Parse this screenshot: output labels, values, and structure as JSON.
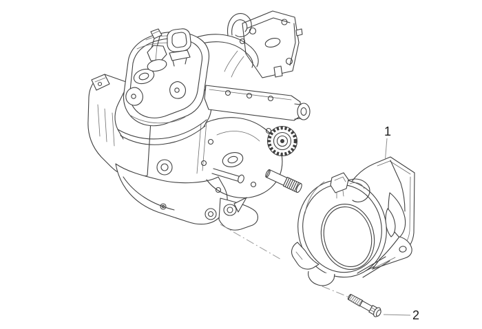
{
  "figure": {
    "type": "exploded-parts-diagram",
    "background_color": "#ffffff",
    "line_color": "#3f3f3f",
    "leader_line_color": "#8c8c8c",
    "centerline_color": "#9a9a9a",
    "label_color": "#1a1a1a"
  },
  "callouts": [
    {
      "label": "1",
      "part": "flywheel-ignition-cover"
    },
    {
      "label": "2",
      "part": "hex-flange-bolt"
    }
  ]
}
